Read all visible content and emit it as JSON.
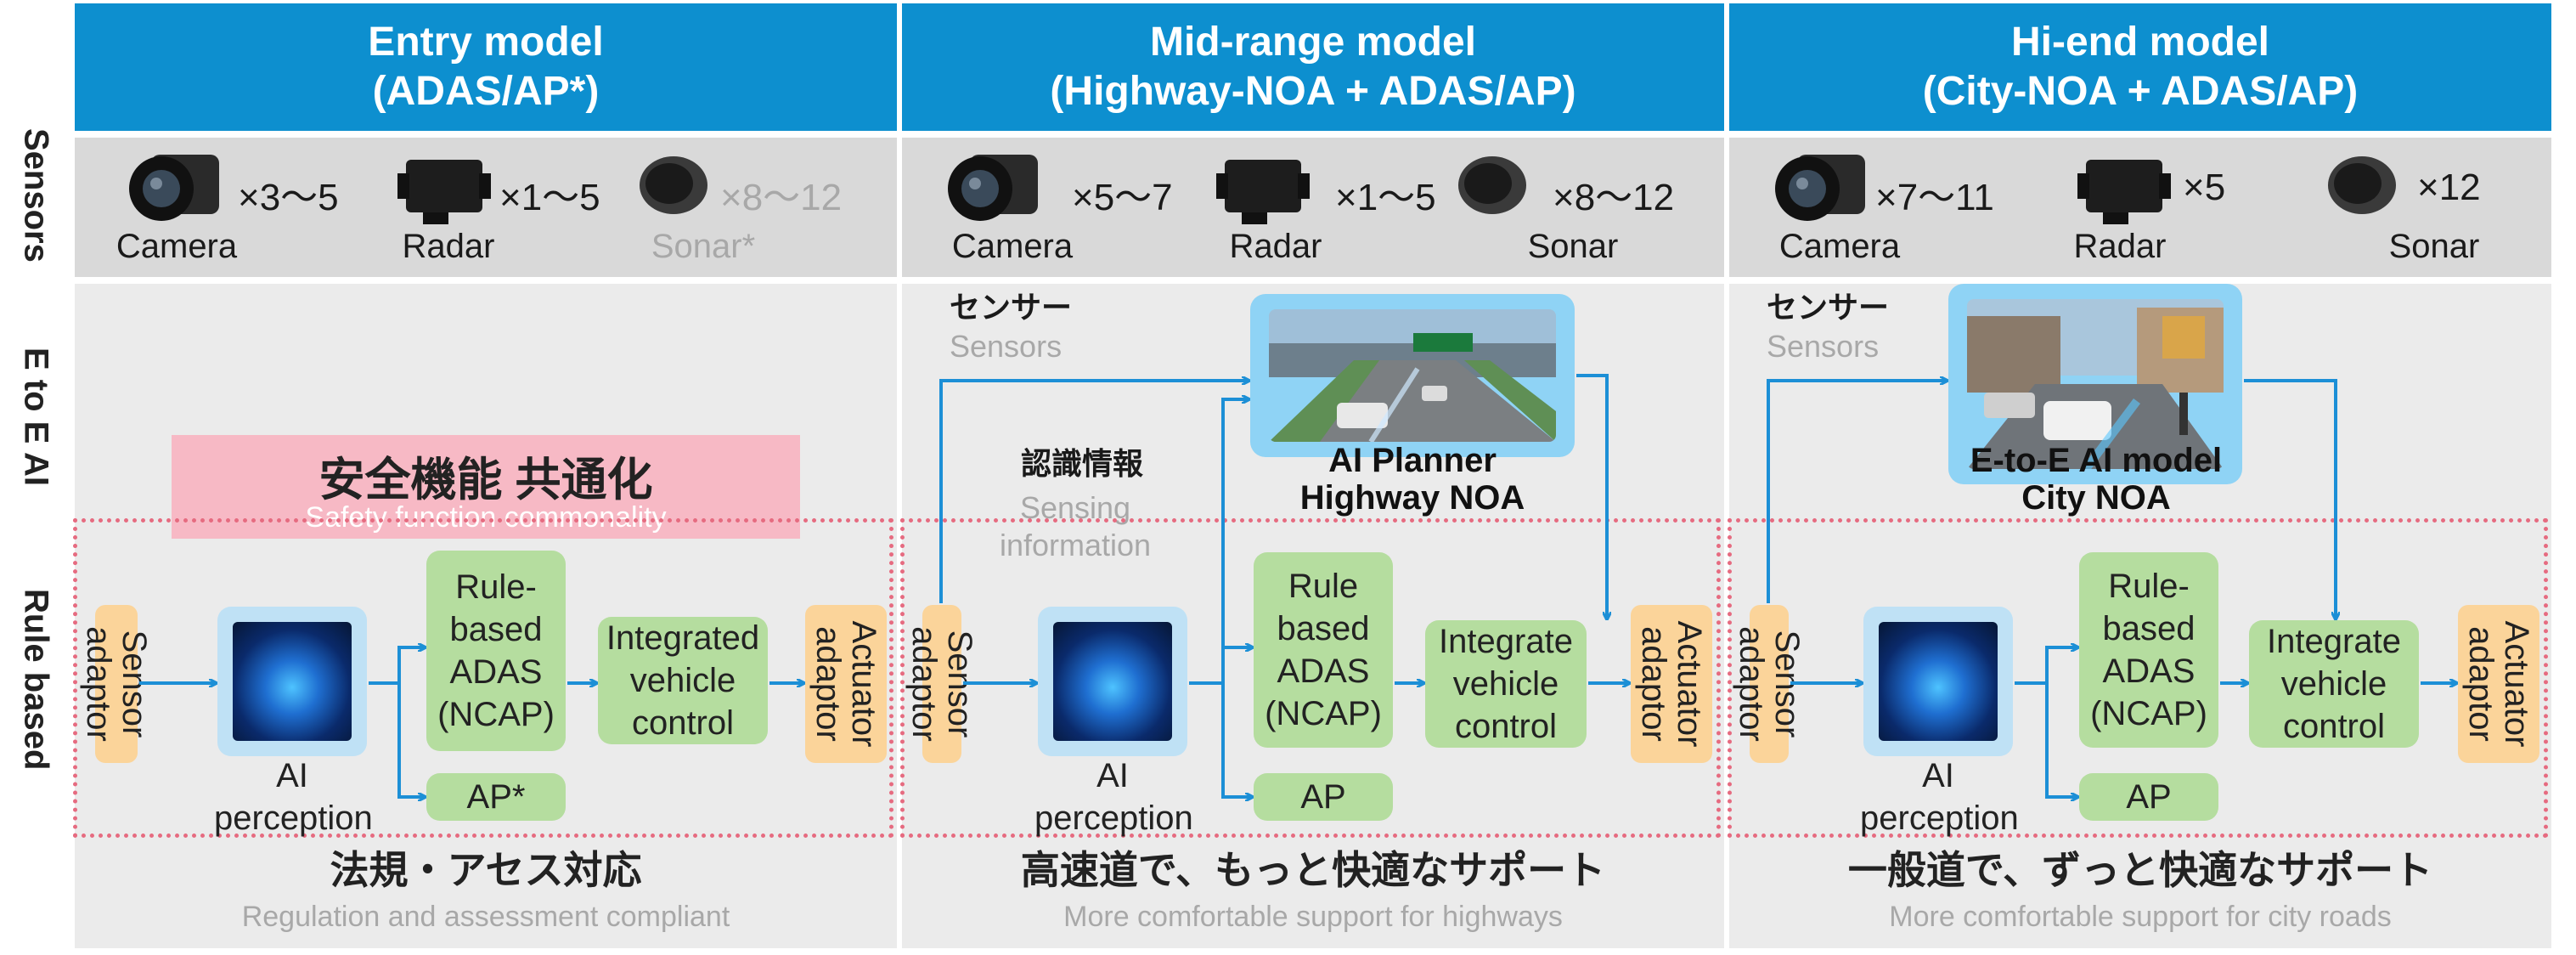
{
  "row_labels": {
    "sensors": "Sensors",
    "e2e": "E to E AI",
    "rule": "Rule based"
  },
  "colors": {
    "header": "#0d8fcf",
    "arrow": "#1c8fd6",
    "dotted": "#e66b80",
    "orange": "#fbd49a",
    "green": "#b5dd9f",
    "pink": "#f7b9c5"
  },
  "columns": [
    {
      "header": {
        "line1": "Entry model",
        "line2": "(ADAS/AP*)"
      },
      "sensors": [
        {
          "icon": "camera-icon",
          "count": "×3〜5",
          "name": "Camera",
          "muted": false
        },
        {
          "icon": "radar-icon",
          "count": "×1〜5",
          "name": "Radar",
          "muted": false
        },
        {
          "icon": "sonar-icon",
          "count": "×8〜12",
          "name": "Sonar*",
          "muted": true
        }
      ],
      "safety": {
        "jp": "安全機能 共通化",
        "en": "Safety function commonality"
      },
      "rule": {
        "sensor_adaptor": "Sensor\nadaptor",
        "ai_perception": "AI\nperception",
        "adas": "Rule-\nbased\nADAS\n(NCAP)",
        "ap": "AP*",
        "integrated": "Integrated\nvehicle\ncontrol",
        "actuator_adaptor": "Actuator\nadaptor"
      },
      "footer": {
        "jp": "法規・アセス対応",
        "en": "Regulation and assessment compliant"
      }
    },
    {
      "header": {
        "line1": "Mid-range model",
        "line2": "(Highway-NOA + ADAS/AP)"
      },
      "sensors": [
        {
          "icon": "camera-icon",
          "count": "×5〜7",
          "name": "Camera",
          "muted": false
        },
        {
          "icon": "radar-icon",
          "count": "×1〜5",
          "name": "Radar",
          "muted": false
        },
        {
          "icon": "sonar-icon",
          "count": "×8〜12",
          "name": "Sonar",
          "muted": false
        }
      ],
      "e2e": {
        "sensors_jp": "センサー",
        "sensors_en": "Sensors",
        "info_jp": "認識情報",
        "info_en": "Sensing\ninformation",
        "model_label": "AI Planner\nHighway NOA"
      },
      "rule": {
        "sensor_adaptor": "Sensor\nadaptor",
        "ai_perception": "AI\nperception",
        "adas": "Rule\nbased\nADAS\n(NCAP)",
        "ap": "AP",
        "integrated": "Integrate\nvehicle\ncontrol",
        "actuator_adaptor": "Actuator\nadaptor"
      },
      "footer": {
        "jp": "高速道で、もっと快適なサポート",
        "en": "More comfortable support for highways"
      }
    },
    {
      "header": {
        "line1": "Hi-end model",
        "line2": "(City-NOA + ADAS/AP)"
      },
      "sensors": [
        {
          "icon": "camera-icon",
          "count": "×7〜11",
          "name": "Camera",
          "muted": false
        },
        {
          "icon": "radar-icon",
          "count": "×5",
          "name": "Radar",
          "muted": false
        },
        {
          "icon": "sonar-icon",
          "count": "×12",
          "name": "Sonar",
          "muted": false
        }
      ],
      "e2e": {
        "sensors_jp": "センサー",
        "sensors_en": "Sensors",
        "model_label": "E-to-E AI model\nCity NOA"
      },
      "rule": {
        "sensor_adaptor": "Sensor\nadaptor",
        "ai_perception": "AI\nperception",
        "adas": "Rule-\nbased\nADAS\n(NCAP)",
        "ap": "AP",
        "integrated": "Integrate\nvehicle\ncontrol",
        "actuator_adaptor": "Actuator\nadaptor"
      },
      "footer": {
        "jp": "一般道で、ずっと快適なサポート",
        "en": "More comfortable support for city roads"
      }
    }
  ]
}
